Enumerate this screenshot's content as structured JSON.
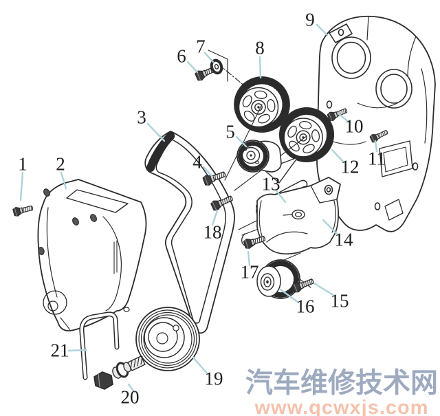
{
  "diagram": {
    "callouts": [
      {
        "label": "1"
      },
      {
        "label": "2"
      },
      {
        "label": "3"
      },
      {
        "label": "4"
      },
      {
        "label": "5"
      },
      {
        "label": "6"
      },
      {
        "label": "7"
      },
      {
        "label": "8"
      },
      {
        "label": "9"
      },
      {
        "label": "10"
      },
      {
        "label": "11"
      },
      {
        "label": "12"
      },
      {
        "label": "13"
      },
      {
        "label": "14"
      },
      {
        "label": "15"
      },
      {
        "label": "16"
      },
      {
        "label": "17"
      },
      {
        "label": "18"
      },
      {
        "label": "19"
      },
      {
        "label": "20"
      },
      {
        "label": "21"
      }
    ]
  },
  "watermark": {
    "site_name": "汽车维修技术网",
    "site_url": "www.qcwxjs.com"
  },
  "palette": {
    "ink": "#2b2b2b",
    "leader_line": "#aed2dd",
    "watermark_name": "#8c9cb5",
    "watermark_url": "#f4bfa8",
    "background": "#ffffff"
  }
}
